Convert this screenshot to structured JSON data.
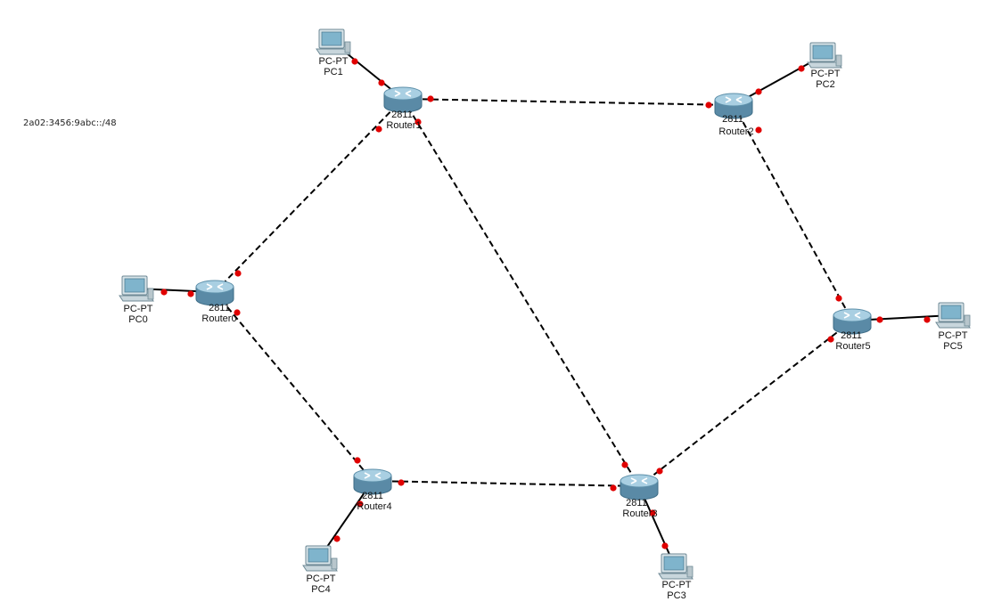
{
  "note": "2a02:3456:9abc::/48",
  "colors": {
    "link": "#000000",
    "port": "#e00000",
    "router_body": "#5a8aa6",
    "router_top": "#a9cfe2",
    "pc_screen": "#7fb4cc",
    "pc_body": "#c8d6dc"
  },
  "routers": [
    {
      "id": "Router0",
      "model": "2811",
      "name": "Router0"
    },
    {
      "id": "Router1",
      "model": "2811",
      "name": "Router1"
    },
    {
      "id": "Router2",
      "model": "2811",
      "name": "Router2"
    },
    {
      "id": "Router3",
      "model": "2811",
      "name": "Router3"
    },
    {
      "id": "Router4",
      "model": "2811",
      "name": "Router4"
    },
    {
      "id": "Router5",
      "model": "2811",
      "name": "Router5"
    }
  ],
  "pcs": [
    {
      "id": "PC0",
      "type": "PC-PT",
      "name": "PC0"
    },
    {
      "id": "PC1",
      "type": "PC-PT",
      "name": "PC1"
    },
    {
      "id": "PC2",
      "type": "PC-PT",
      "name": "PC2"
    },
    {
      "id": "PC3",
      "type": "PC-PT",
      "name": "PC3"
    },
    {
      "id": "PC4",
      "type": "PC-PT",
      "name": "PC4"
    },
    {
      "id": "PC5",
      "type": "PC-PT",
      "name": "PC5"
    }
  ],
  "links": [
    {
      "from": "Router0",
      "to": "Router1",
      "style": "dashed"
    },
    {
      "from": "Router1",
      "to": "Router2",
      "style": "dashed"
    },
    {
      "from": "Router1",
      "to": "Router3",
      "style": "dashed"
    },
    {
      "from": "Router2",
      "to": "Router5",
      "style": "dashed"
    },
    {
      "from": "Router5",
      "to": "Router3",
      "style": "dashed"
    },
    {
      "from": "Router4",
      "to": "Router3",
      "style": "dashed"
    },
    {
      "from": "Router0",
      "to": "Router4",
      "style": "dashed"
    },
    {
      "from": "PC0",
      "to": "Router0",
      "style": "solid"
    },
    {
      "from": "PC1",
      "to": "Router1",
      "style": "solid"
    },
    {
      "from": "PC2",
      "to": "Router2",
      "style": "solid"
    },
    {
      "from": "PC3",
      "to": "Router3",
      "style": "solid"
    },
    {
      "from": "PC4",
      "to": "Router4",
      "style": "solid"
    },
    {
      "from": "PC5",
      "to": "Router5",
      "style": "solid"
    }
  ]
}
